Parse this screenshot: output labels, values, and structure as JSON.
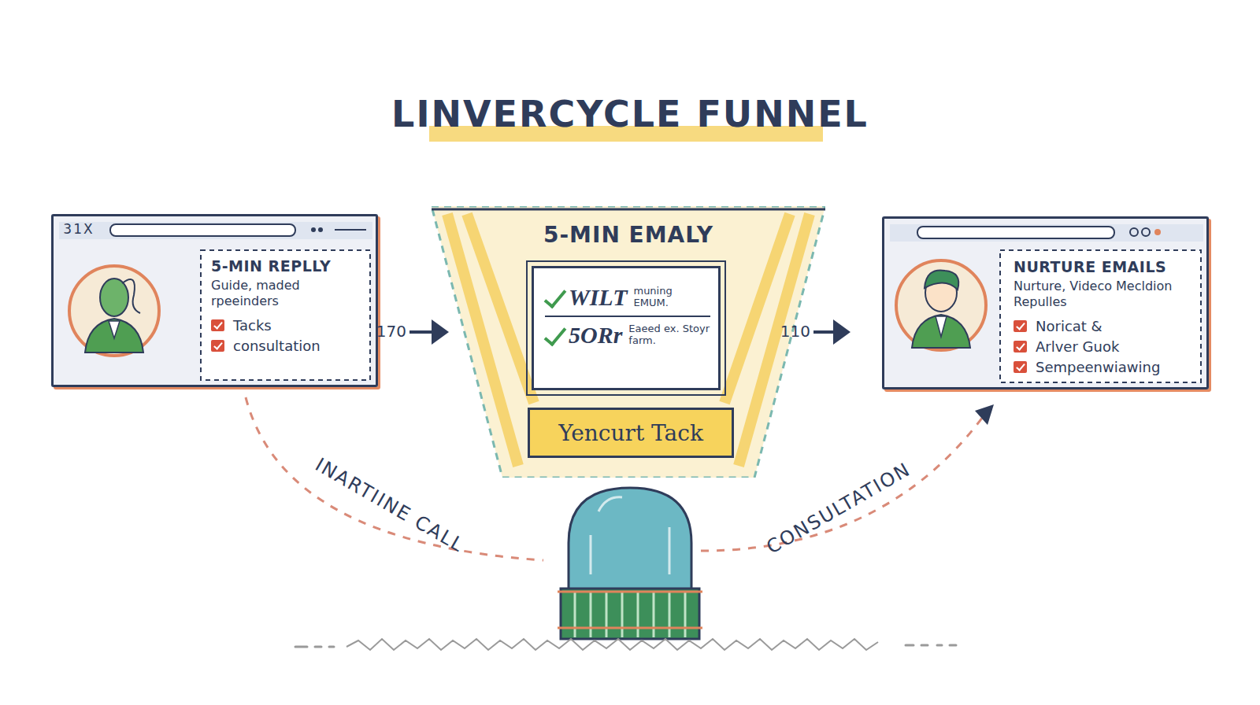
{
  "diagram": {
    "title": "LINVERCYCLE FUNNEL",
    "nodes": [
      {
        "text": [
          "5-MIN REPLLY",
          "Guide, maded rpeeinders",
          "Tacks",
          "consultation"
        ]
      },
      {
        "text": [
          "5-MIN EMALY"
        ]
      },
      {
        "text": [
          "WILT",
          "muning EMUM.",
          "5ORr",
          "Eaeed ex. Stoyr farm."
        ],
        "in": 1
      },
      {
        "text": [
          "Yencurt Tack"
        ],
        "in": 1
      },
      {
        "text": [
          "NURTURE EMAILS",
          "Nurture, Videco Mecldion Repulles",
          "Noricat &",
          "Arlver Guok",
          "Sempeenwiawing"
        ]
      }
    ],
    "edges": [
      {
        "from": 0,
        "to": 1,
        "arrow": "to",
        "label": "170"
      },
      {
        "from": 1,
        "to": 4,
        "arrow": "to",
        "label": "110"
      }
    ],
    "labels": [
      "31X",
      "INARTIINE CALL",
      "CONSULTATION"
    ]
  }
}
